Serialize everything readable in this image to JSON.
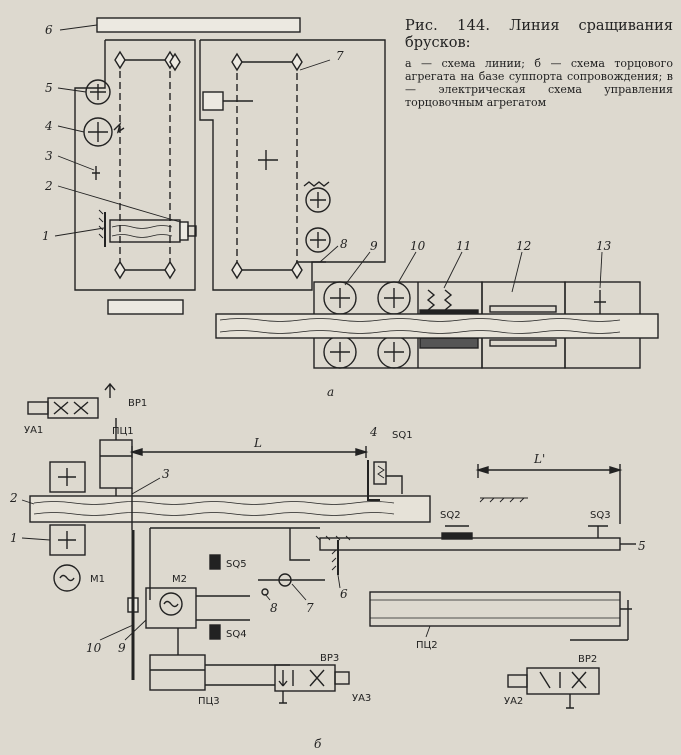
{
  "caption": {
    "figure": "Рис. 144.",
    "title": "Линия сращивания брусков:",
    "description": "а — схема линии; б — схема торцового агрегата на базе суппорта сопровождения; в — электрическая схема управления торцовочным агрегатом"
  },
  "diagram_a": {
    "panel_label": "а",
    "labels": {
      "n1": "1",
      "n2": "2",
      "n3": "3",
      "n4": "4",
      "n5": "5",
      "n6": "6",
      "n7": "7",
      "n8": "8",
      "n9": "9",
      "n10": "10",
      "n11": "11",
      "n12": "12",
      "n13": "13"
    }
  },
  "diagram_b": {
    "panel_label": "б",
    "labels": {
      "n1": "1",
      "n2": "2",
      "n3": "3",
      "n4": "4",
      "n5": "5",
      "n6": "6",
      "n7": "7",
      "n8": "8",
      "n9": "9",
      "n10": "10",
      "ya1": "УА1",
      "bp1": "ВР1",
      "pc1": "ПЦ1",
      "sq1": "SQ1",
      "dim_l": "L",
      "dim_l2": "L'",
      "sq2": "SQ2",
      "sq3": "SQ3",
      "sq5": "SQ5",
      "sq4": "SQ4",
      "m1": "М1",
      "m2": "М2",
      "pc2": "ПЦ2",
      "pc3": "ПЦ3",
      "bp3": "ВР3",
      "ya3": "УА3",
      "bp2": "ВР2",
      "ya2": "УА2"
    }
  }
}
